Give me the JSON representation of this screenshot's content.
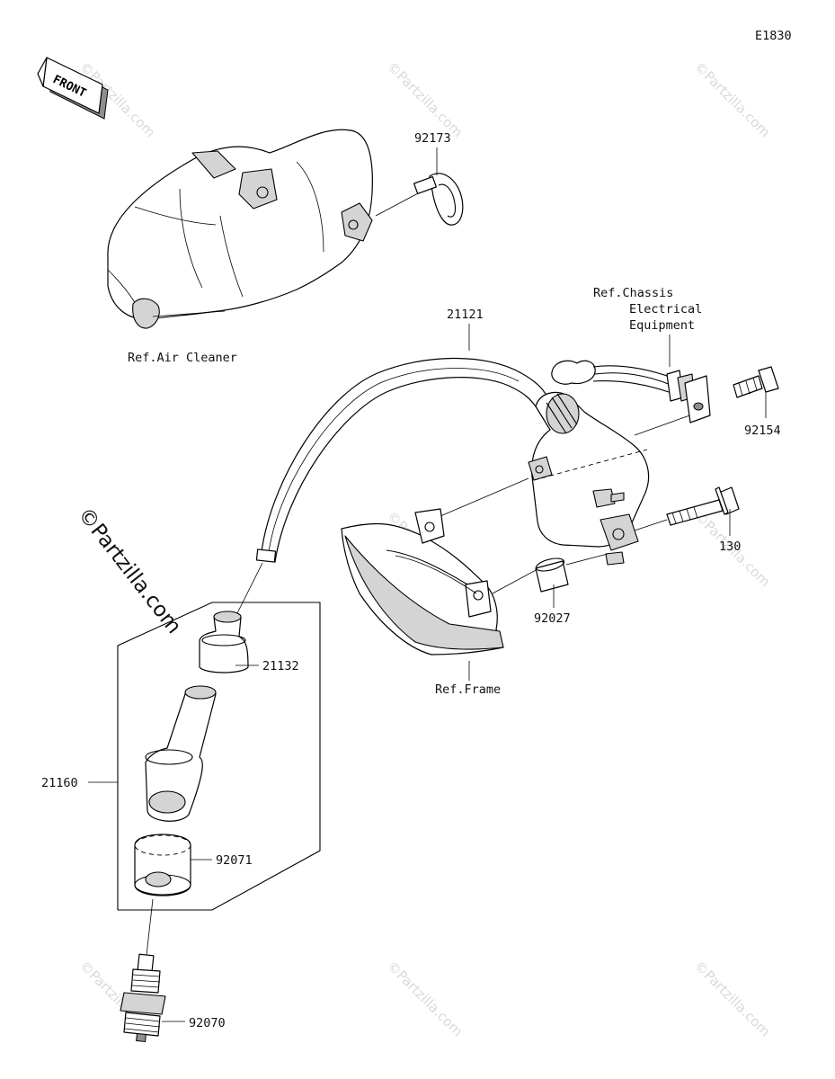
{
  "diagram_code": "E1830",
  "front_marker": "FRONT",
  "watermark": "©Partzilla.com",
  "labels": {
    "p92173": "92173",
    "ref_air_cleaner": "Ref.Air Cleaner",
    "p21121": "21121",
    "ref_chassis_1": "Ref.Chassis",
    "ref_chassis_2": "Electrical",
    "ref_chassis_3": "Equipment",
    "p92154": "92154",
    "p130": "130",
    "p92027": "92027",
    "ref_frame": "Ref.Frame",
    "p21132": "21132",
    "p21160": "21160",
    "p92071": "92071",
    "p92070": "92070"
  }
}
